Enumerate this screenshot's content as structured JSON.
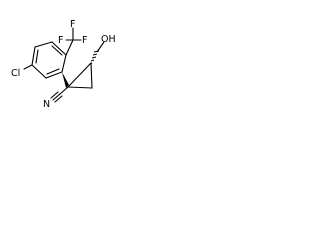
{
  "molecule": {
    "atoms": {
      "f_top": "F",
      "f_left": "F",
      "f_right": "F",
      "chlorine": "Cl",
      "nitrile_n": "N",
      "hydroxyl": "OH"
    }
  },
  "colors": {
    "bond": "#000000",
    "background": "#ffffff"
  }
}
